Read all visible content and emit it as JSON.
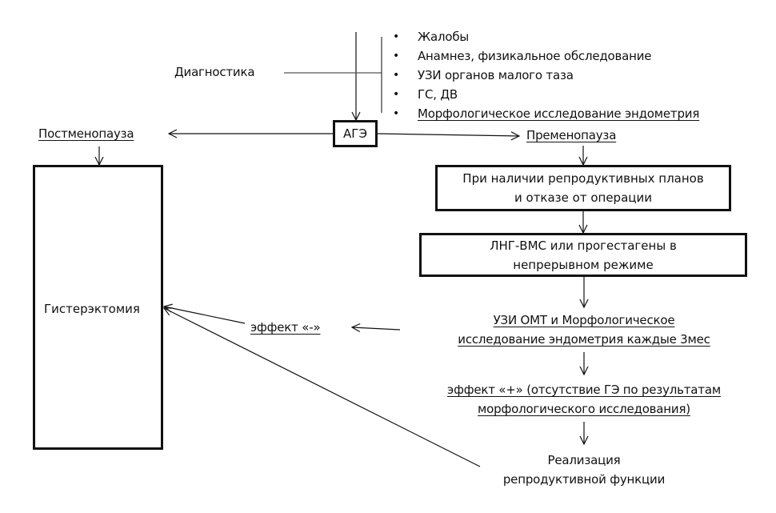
{
  "diagnostics": {
    "label": "Диагностика",
    "items": [
      {
        "text": "Жалобы",
        "underlined": false
      },
      {
        "text": "Анамнез, физикальное обследование",
        "underlined": false
      },
      {
        "text": "УЗИ органов малого таза",
        "underlined": false
      },
      {
        "text": "ГС, ДВ",
        "underlined": false
      },
      {
        "text": "Морфологическое исследование эндометрия ",
        "underlined": true
      }
    ],
    "bullet": "•"
  },
  "central_node": "АГЭ",
  "postmenopause": {
    "label": "Постменопауза",
    "outcome": "Гистерэктомия"
  },
  "premenopause": {
    "label": "Пременопауза",
    "step1": [
      "При наличии репродуктивных планов",
      "и отказе от операции"
    ],
    "step2": [
      "ЛНГ-ВМС или прогестагены в",
      "непрерывном режиме"
    ],
    "monitoring": [
      "УЗИ ОМТ и Морфологическое ",
      "исследование эндометрия  каждые 3мес"
    ],
    "effect_negative": "эффект  «-»",
    "effect_positive": [
      "эффект «+» (отсутствие ГЭ по результатам ",
      "морфологического исследования)"
    ],
    "result": [
      "Реализация",
      "репродуктивной функции"
    ]
  },
  "colors": {
    "stroke": "#111111",
    "background": "#ffffff"
  }
}
